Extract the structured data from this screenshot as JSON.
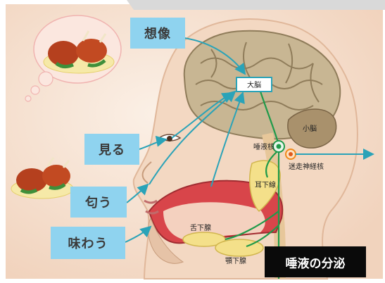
{
  "labels": {
    "imagine": "想像",
    "see": "見る",
    "smell": "匂う",
    "taste": "味わう"
  },
  "anatomy": {
    "cerebrum": "大脳",
    "cerebellum": "小脳",
    "salivary_nucleus": "唾液核",
    "vagus_nucleus": "迷走神経核",
    "parotid_gland": "耳下線",
    "sublingual_gland": "舌下腺",
    "submandibular_gland": "顎下腺"
  },
  "title": "唾液の分泌",
  "colors": {
    "background": "#f7e4d6",
    "skin": "#f3d8c2",
    "brain": "#c8b693",
    "cerebellum": "#a9916c",
    "label_box": "#8fd3ef",
    "arrow": "#2aa3b8",
    "nerve": "#1f9a4a",
    "gland": "#f4e08a",
    "mouth": "#d8454a",
    "nucleus": "#f08a1a"
  },
  "icons": [
    "roast-chicken-icon",
    "thought-bubble-icon"
  ]
}
